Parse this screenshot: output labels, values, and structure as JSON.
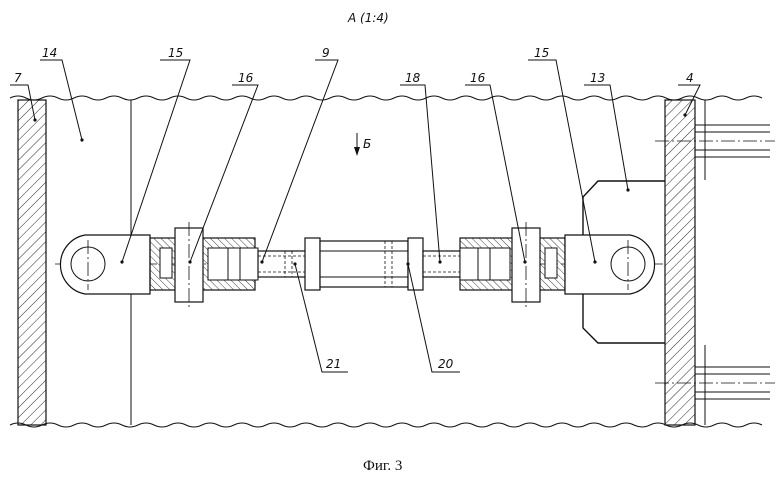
{
  "view_title": "А (1:4)",
  "caption": "Фиг. 3",
  "direction_label": "Б",
  "labels": {
    "l7": "7",
    "l14": "14",
    "l15_left": "15",
    "l16_left": "16",
    "l9": "9",
    "l18": "18",
    "l16_right": "16",
    "l15_right": "15",
    "l13": "13",
    "l4": "4",
    "l21": "21",
    "l20": "20"
  }
}
